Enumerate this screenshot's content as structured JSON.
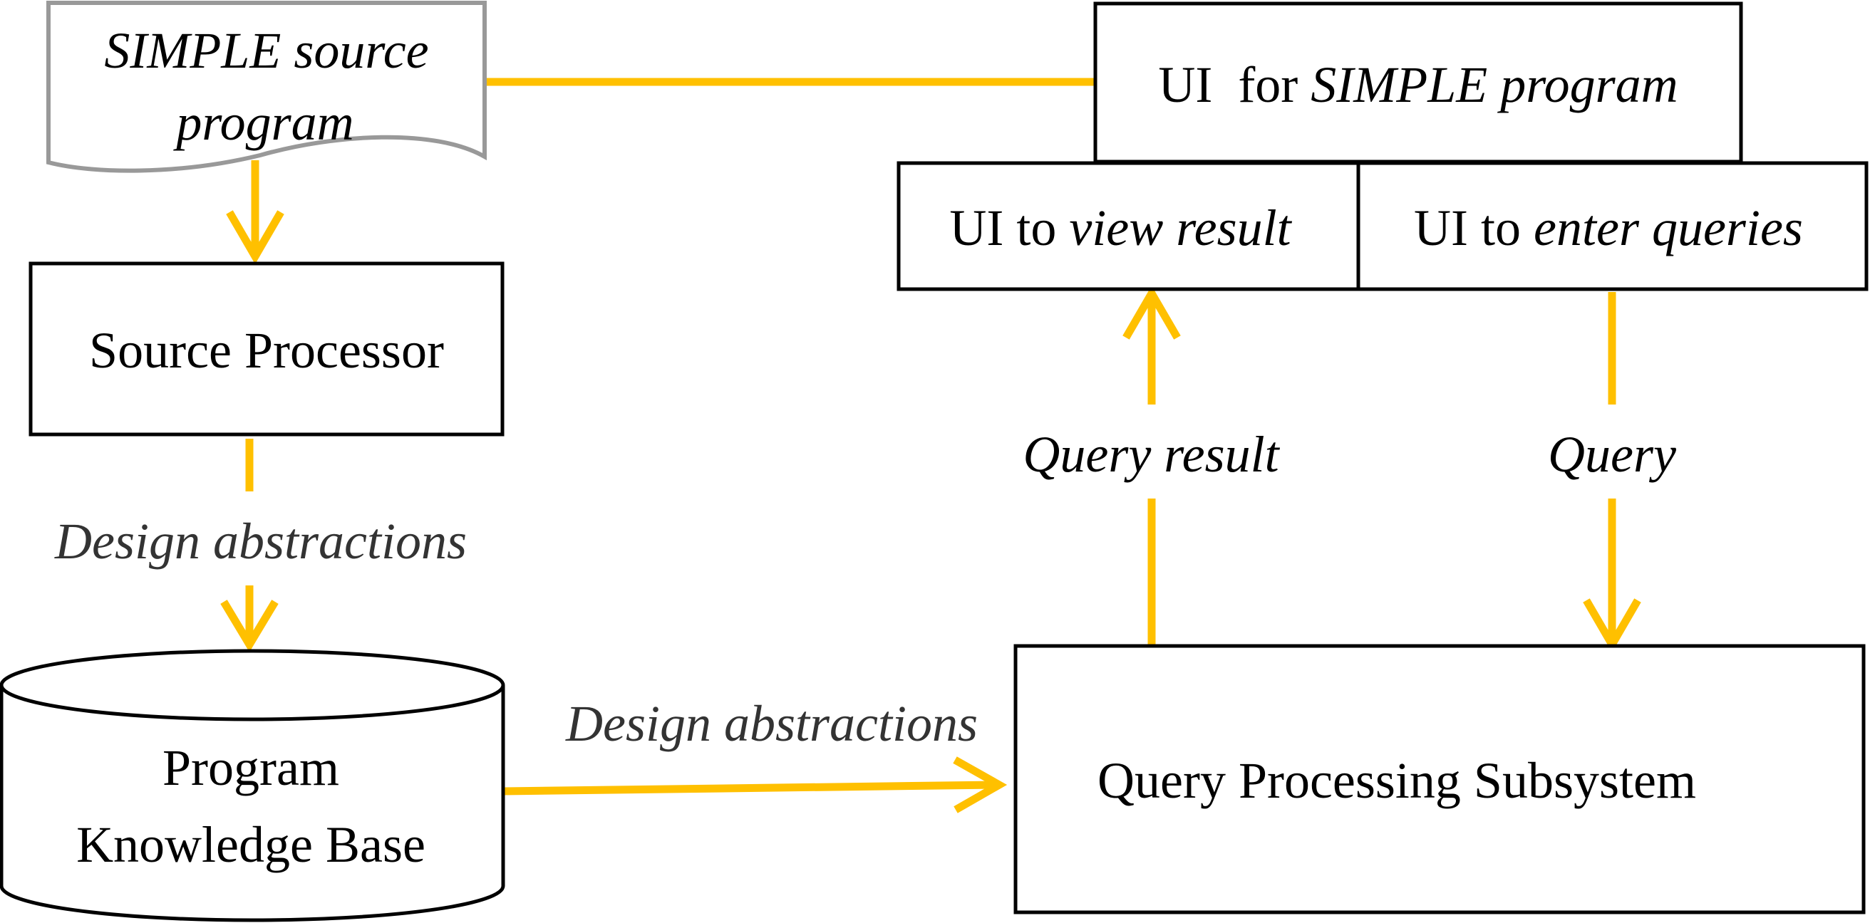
{
  "colors": {
    "arrow": "#FFC000",
    "box_stroke": "#000000",
    "document_stroke": "#999999",
    "label_text": "#333333",
    "box_text": "#000000"
  },
  "nodes": {
    "source_program": {
      "shape": "document",
      "line1": "SIMPLE source",
      "line2": "program"
    },
    "source_processor": {
      "shape": "rectangle",
      "label": "Source Processor"
    },
    "pkb": {
      "shape": "cylinder",
      "line1": "Program",
      "line2": "Knowledge Base"
    },
    "ui_main": {
      "shape": "rectangle",
      "prefix": "UI  for ",
      "emphasis": "SIMPLE program"
    },
    "ui_view": {
      "shape": "rectangle",
      "prefix": "UI to ",
      "emphasis": "view result"
    },
    "ui_enter": {
      "shape": "rectangle",
      "prefix": "UI to ",
      "emphasis": "enter queries"
    },
    "qps": {
      "shape": "rectangle",
      "label": "Query Processing Subsystem"
    }
  },
  "edges": [
    {
      "from": "source_program",
      "to": "ui_main",
      "label": "",
      "arrow": false
    },
    {
      "from": "source_program",
      "to": "source_processor",
      "label": "",
      "arrow": true
    },
    {
      "from": "source_processor",
      "to": "pkb",
      "label": "Design abstractions",
      "arrow": true
    },
    {
      "from": "pkb",
      "to": "qps",
      "label": "Design abstractions",
      "arrow": true
    },
    {
      "from": "qps",
      "to": "ui_view",
      "label": "Query result",
      "arrow": true
    },
    {
      "from": "ui_enter",
      "to": "qps",
      "label": "Query",
      "arrow": true
    }
  ]
}
